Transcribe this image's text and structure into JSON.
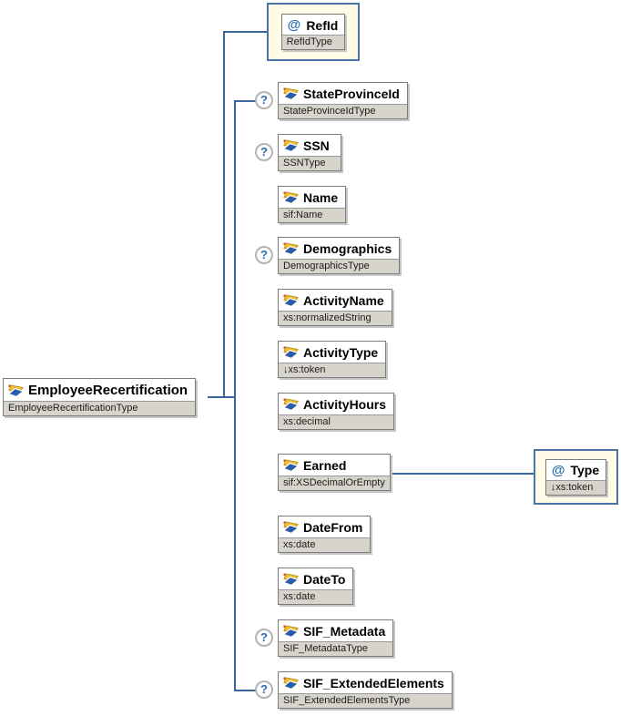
{
  "diagram": {
    "optional_marker": "?",
    "attribute_prefix": "@",
    "colors": {
      "connector_blue": "#3a66a0",
      "attribute_box_fill": "#fffbe6",
      "attribute_box_border": "#4a74a8",
      "type_strip_gray": "#d7d4cc",
      "icon_yellow": "#f2c02e",
      "icon_blue": "#2a5ca8",
      "question_blue": "#2a6db5"
    },
    "root": {
      "name": "EmployeeRecertification",
      "type": "EmployeeRecertificationType"
    },
    "attribute_top": {
      "name": "RefId",
      "type": "RefIdType"
    },
    "children": [
      {
        "name": "StateProvinceId",
        "type": "StateProvinceIdType",
        "optional": true
      },
      {
        "name": "SSN",
        "type": "SSNType",
        "optional": true
      },
      {
        "name": "Name",
        "type": "sif:Name",
        "optional": false
      },
      {
        "name": "Demographics",
        "type": "DemographicsType",
        "optional": true
      },
      {
        "name": "ActivityName",
        "type": "xs:normalizedString",
        "optional": false
      },
      {
        "name": "ActivityType",
        "type": "↓xs:token",
        "optional": false
      },
      {
        "name": "ActivityHours",
        "type": "xs:decimal",
        "optional": false
      },
      {
        "name": "Earned",
        "type": "sif:XSDecimalOrEmpty",
        "optional": false
      },
      {
        "name": "DateFrom",
        "type": "xs:date",
        "optional": false
      },
      {
        "name": "DateTo",
        "type": "xs:date",
        "optional": false
      },
      {
        "name": "SIF_Metadata",
        "type": "SIF_MetadataType",
        "optional": true
      },
      {
        "name": "SIF_ExtendedElements",
        "type": "SIF_ExtendedElementsType",
        "optional": true
      }
    ],
    "earned_attribute": {
      "name": "Type",
      "type": "↓xs:token"
    }
  }
}
